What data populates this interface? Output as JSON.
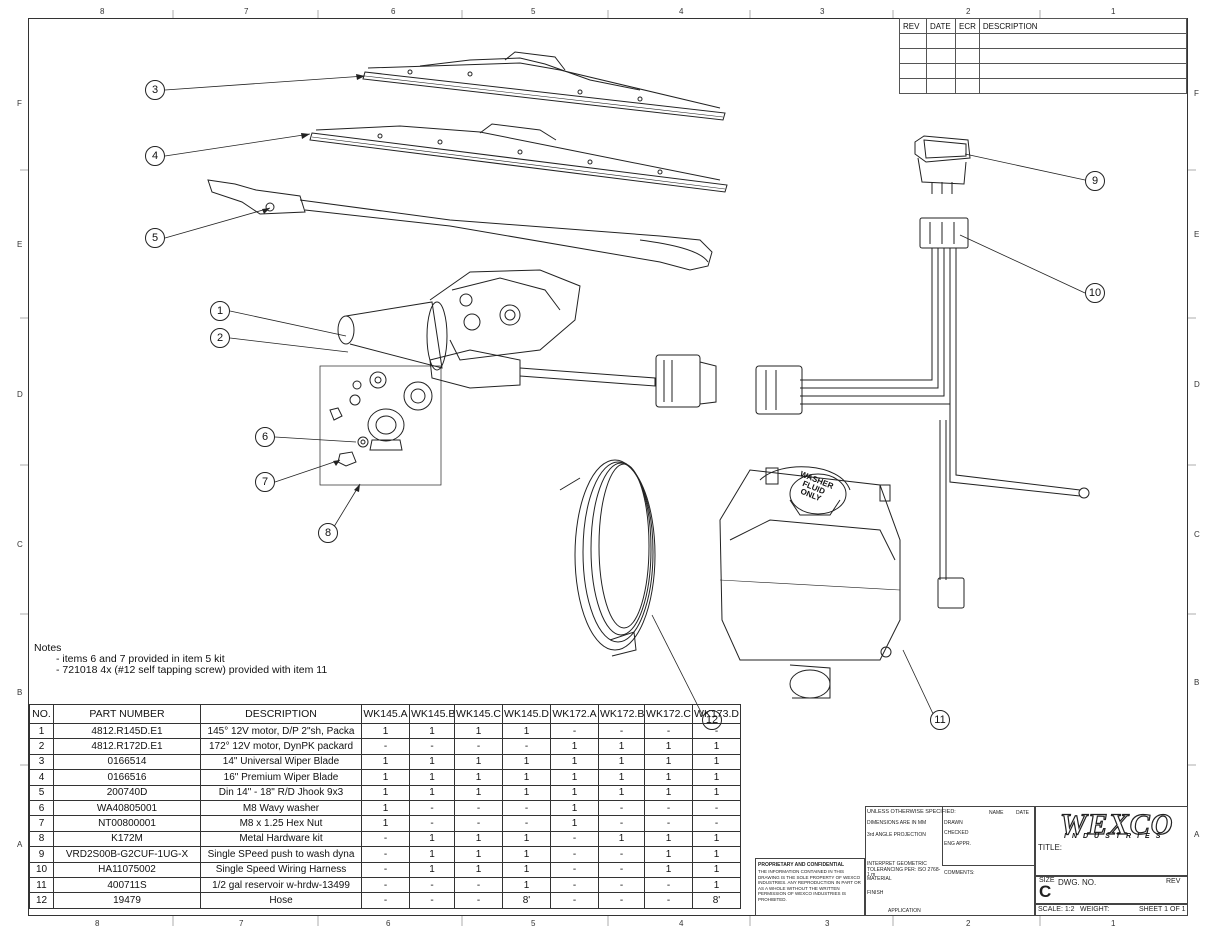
{
  "zones": {
    "top": [
      "8",
      "7",
      "6",
      "5",
      "4",
      "3",
      "2",
      "1"
    ],
    "bottom": [
      "8",
      "7",
      "6",
      "5",
      "4",
      "3",
      "2",
      "1"
    ],
    "left": [
      "F",
      "E",
      "D",
      "C",
      "B",
      "A"
    ],
    "right": [
      "F",
      "E",
      "D",
      "C",
      "B",
      "A"
    ]
  },
  "revision_block": {
    "headers": [
      "REV",
      "DATE",
      "ECR",
      "DESCRIPTION"
    ]
  },
  "callouts": [
    "1",
    "2",
    "3",
    "4",
    "5",
    "6",
    "7",
    "8",
    "9",
    "10",
    "11",
    "12"
  ],
  "tank_label": [
    "WASHER",
    "FLUID",
    "ONLY"
  ],
  "notes": {
    "heading": "Notes",
    "lines": [
      "- items 6 and 7 provided in item 5 kit",
      "- 721018 4x (#12 self tapping screw) provided with item 11"
    ]
  },
  "bom": {
    "headers": [
      "NO.",
      "PART NUMBER",
      "DESCRIPTION",
      "WK145.A",
      "WK145.B",
      "WK145.C",
      "WK145.D",
      "WK172.A",
      "WK172.B",
      "WK172.C",
      "WK173.D"
    ],
    "rows": [
      [
        "1",
        "4812.R145D.E1",
        "145° 12V motor, D/P 2\"sh, Packa",
        "1",
        "1",
        "1",
        "1",
        "-",
        "-",
        "-",
        "-"
      ],
      [
        "2",
        "4812.R172D.E1",
        "172° 12V motor, DynPK packard",
        "-",
        "-",
        "-",
        "-",
        "1",
        "1",
        "1",
        "1"
      ],
      [
        "3",
        "0166514",
        "14\" Universal Wiper Blade",
        "1",
        "1",
        "1",
        "1",
        "1",
        "1",
        "1",
        "1"
      ],
      [
        "4",
        "0166516",
        "16\" Premium Wiper Blade",
        "1",
        "1",
        "1",
        "1",
        "1",
        "1",
        "1",
        "1"
      ],
      [
        "5",
        "200740D",
        "Din 14\" - 18\" R/D Jhook 9x3",
        "1",
        "1",
        "1",
        "1",
        "1",
        "1",
        "1",
        "1"
      ],
      [
        "6",
        "WA40805001",
        "M8 Wavy washer",
        "1",
        "-",
        "-",
        "-",
        "1",
        "-",
        "-",
        "-"
      ],
      [
        "7",
        "NT00800001",
        "M8 x 1.25 Hex Nut",
        "1",
        "-",
        "-",
        "-",
        "1",
        "-",
        "-",
        "-"
      ],
      [
        "8",
        "K172M",
        "Metal Hardware kit",
        "-",
        "1",
        "1",
        "1",
        "-",
        "1",
        "1",
        "1"
      ],
      [
        "9",
        "VRD2S00B-G2CUF-1UG-X",
        "Single SPeed push to wash dyna",
        "-",
        "1",
        "1",
        "1",
        "-",
        "-",
        "1",
        "1"
      ],
      [
        "10",
        "HA11075002",
        "Single Speed Wiring Harness",
        "-",
        "1",
        "1",
        "1",
        "-",
        "-",
        "1",
        "1"
      ],
      [
        "11",
        "400711S",
        "1/2 gal reservoir w-hrdw-13499",
        "-",
        "-",
        "-",
        "1",
        "-",
        "-",
        "-",
        "1"
      ],
      [
        "12",
        "19479",
        "Hose",
        "-",
        "-",
        "-",
        "8'",
        "-",
        "-",
        "-",
        "8'"
      ]
    ]
  },
  "title_block": {
    "proprietary_heading": "PROPRIETARY AND CONFIDENTIAL",
    "proprietary_text": "THE INFORMATION CONTAINED IN THIS DRAWING IS THE SOLE PROPERTY OF WEXCO INDUSTRIES. ANY REPRODUCTION IN PART OR AS A WHOLE WITHOUT THE WRITTEN PERMISSION OF WEXCO INDUSTRIES IS PROHIBITED.",
    "unless": "UNLESS OTHERWISE SPECIFIED:",
    "dimensions": "DIMENSIONS ARE IN MM",
    "projection": "3rd ANGLE PROJECTION",
    "interpret": "INTERPRET GEOMETRIC TOLERANCING PER: ISO 2768-1 m",
    "material": "MATERIAL",
    "finish": "FINISH",
    "application": "APPLICATION",
    "name_col": "NAME",
    "date_col": "DATE",
    "drawn": "DRAWN",
    "checked": "CHECKED",
    "eng_appr": "ENG APPR.",
    "comments": "COMMENTS:",
    "title_label": "TITLE:",
    "size_label": "SIZE",
    "size_value": "C",
    "dwg_no_label": "DWG. NO.",
    "rev_label": "REV",
    "scale": "SCALE: 1:2",
    "weight": "WEIGHT:",
    "sheet": "SHEET 1 OF 1",
    "logo_text": "WEXCO",
    "logo_sub": "INDUSTRIES"
  }
}
